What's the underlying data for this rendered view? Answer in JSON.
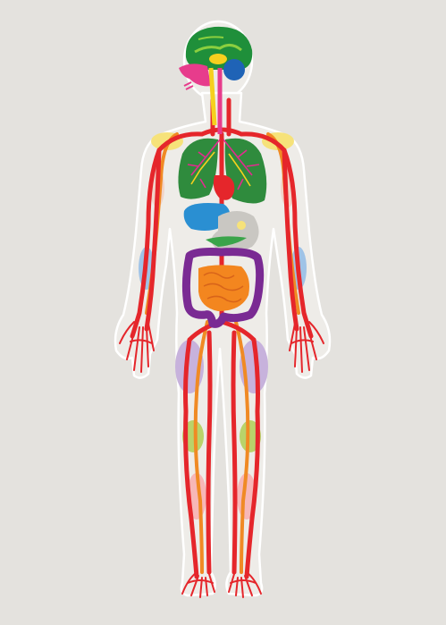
{
  "figure": {
    "background": "#e4e2de",
    "colors": {
      "silhouette": "#eeece8",
      "outline": "#ffffff",
      "artery": "#e5262b",
      "vein": "#f08a24",
      "nerve_accent": "#f6d01e",
      "brain": "#1f8f3a",
      "brain_fold": "#8ccf3f",
      "cerebellum": "#1f63b6",
      "mouth_sinus": "#e73c8c",
      "lung": "#2f8b3d",
      "lung_branch": "#e32a8f",
      "liver": "#2a8fd2",
      "stomach": "#c9c7c2",
      "pancreas": "#3aa44a",
      "colon": "#7a2a93",
      "small_intestine": "#f3861f",
      "lymph_blue": "#9fc3e7",
      "lymph_purple": "#c7b2dc",
      "lymph_green": "#b9d36a",
      "lymph_pink": "#f7b7b7",
      "shoulder_yellow": "#f6e27a"
    },
    "parts": [
      "brain",
      "cerebellum",
      "nasal-cavity",
      "trachea",
      "left-lung",
      "right-lung",
      "heart",
      "liver",
      "stomach",
      "pancreas",
      "large-intestine",
      "small-intestine",
      "arteries",
      "veins",
      "hands",
      "feet"
    ]
  }
}
